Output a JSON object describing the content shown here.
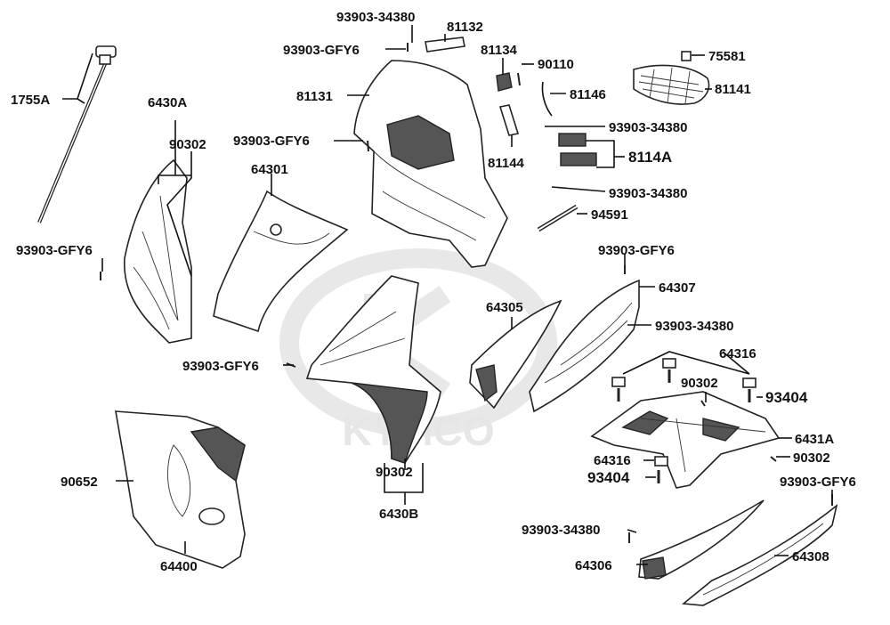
{
  "watermark": {
    "brand": "KYMCO"
  },
  "labels": [
    {
      "id": "l01",
      "text": "93903-34380"
    },
    {
      "id": "l02",
      "text": "81132"
    },
    {
      "id": "l03",
      "text": "93903-GFY6"
    },
    {
      "id": "l04",
      "text": "81134"
    },
    {
      "id": "l05",
      "text": "90110"
    },
    {
      "id": "l06",
      "text": "75581"
    },
    {
      "id": "l07",
      "text": "81141"
    },
    {
      "id": "l08",
      "text": "1755A"
    },
    {
      "id": "l09",
      "text": "81131"
    },
    {
      "id": "l10",
      "text": "81146"
    },
    {
      "id": "l11",
      "text": "6430A"
    },
    {
      "id": "l12",
      "text": "93903-34380"
    },
    {
      "id": "l13",
      "text": "90302"
    },
    {
      "id": "l14",
      "text": "93903-GFY6"
    },
    {
      "id": "l15",
      "text": "81144"
    },
    {
      "id": "l16",
      "text": "8114A"
    },
    {
      "id": "l17",
      "text": "64301"
    },
    {
      "id": "l18",
      "text": "93903-34380"
    },
    {
      "id": "l19",
      "text": "94591"
    },
    {
      "id": "l20",
      "text": "93903-GFY6"
    },
    {
      "id": "l21",
      "text": "93903-GFY6"
    },
    {
      "id": "l22",
      "text": "64307"
    },
    {
      "id": "l23",
      "text": "64305"
    },
    {
      "id": "l24",
      "text": "93903-34380"
    },
    {
      "id": "l25",
      "text": "64316"
    },
    {
      "id": "l26",
      "text": "93903-GFY6"
    },
    {
      "id": "l27",
      "text": "90302"
    },
    {
      "id": "l28",
      "text": "93404"
    },
    {
      "id": "l29",
      "text": "6431A"
    },
    {
      "id": "l30",
      "text": "64316"
    },
    {
      "id": "l31",
      "text": "90302"
    },
    {
      "id": "l32",
      "text": "90652"
    },
    {
      "id": "l33",
      "text": "90302"
    },
    {
      "id": "l34",
      "text": "93404"
    },
    {
      "id": "l35",
      "text": "93903-GFY6"
    },
    {
      "id": "l36",
      "text": "6430B"
    },
    {
      "id": "l37",
      "text": "93903-34380"
    },
    {
      "id": "l38",
      "text": "64306"
    },
    {
      "id": "l39",
      "text": "64308"
    },
    {
      "id": "l40",
      "text": "64400"
    }
  ]
}
